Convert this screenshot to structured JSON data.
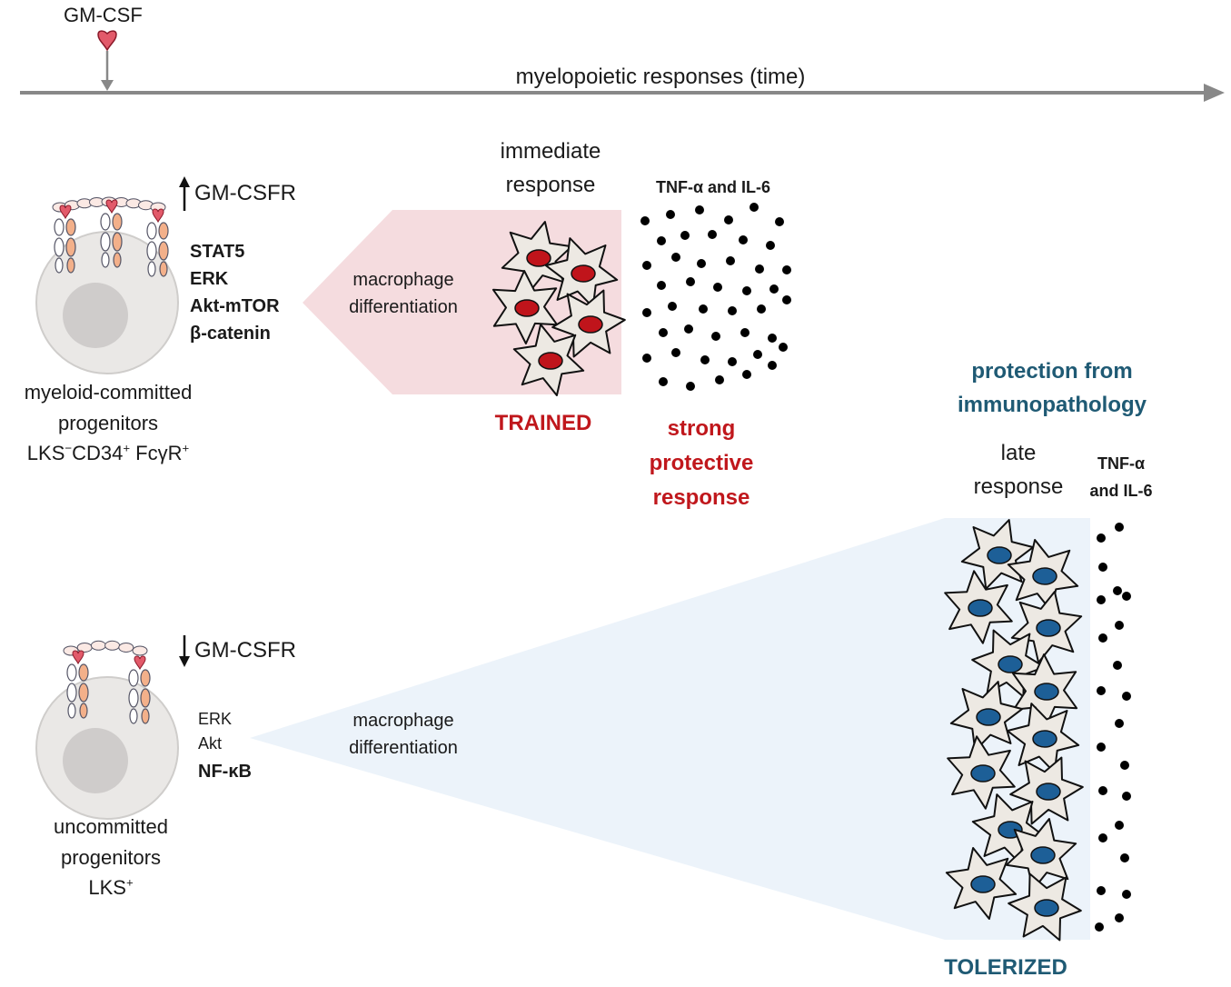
{
  "timeline": {
    "trigger": "GM-CSF",
    "axis_label": "myelopoietic responses (time)"
  },
  "colors": {
    "axis": "#888888",
    "trained_nucleus": "#c0141b",
    "tolerized_nucleus": "#1d5f97",
    "cell_body": "#ede9e3",
    "trained_wedge": "#f5dcdf",
    "tolerized_wedge": "#ecf3fa",
    "trained_text": "#c0171c",
    "tolerized_text": "#1f5a74",
    "progenitor_fill": "#eae8e6",
    "progenitor_nucleus": "#cfcccb"
  },
  "top_progenitor": {
    "receptor_label": "GM-CSFR",
    "receptor_trend": "up",
    "signals": [
      "STAT5",
      "ERK",
      "Akt-mTOR",
      "β-catenin"
    ],
    "name_line1": "myeloid-committed",
    "name_line2": "progenitors",
    "phenotype_main": "LKS",
    "phenotype_sup1": "−",
    "phenotype_mid": "CD34",
    "phenotype_sup2": "+",
    "phenotype_end": " FcγR",
    "phenotype_sup3": "+"
  },
  "bottom_progenitor": {
    "receptor_label": "GM-CSFR",
    "receptor_trend": "down",
    "signal_1": "ERK",
    "signal_2": "Akt",
    "signal_3": "NF-κB",
    "name_line1": "uncommitted",
    "name_line2": "progenitors",
    "phenotype_main": "LKS",
    "phenotype_sup": "+"
  },
  "trained": {
    "wedge_label_1": "macrophage",
    "wedge_label_2": "differentiation",
    "response_line1": "immediate",
    "response_line2": "response",
    "cytokines": "TNF-α and IL-6",
    "state": "TRAINED",
    "outcome_line1": "strong",
    "outcome_line2": "protective",
    "outcome_line3": "response"
  },
  "tolerized": {
    "wedge_label_1": "macrophage",
    "wedge_label_2": "differentiation",
    "benefit_line1": "protection from",
    "benefit_line2": "immunopathology",
    "response_line1": "late",
    "response_line2": "response",
    "cytokines_line1": "TNF-α",
    "cytokines_line2": "and IL-6",
    "state": "TOLERIZED"
  },
  "icons": {
    "trigger": "gm-csf-heart-icon",
    "receptor": "receptor-complex-icon",
    "cell": "macrophage-icon",
    "cytokine": "cytokine-dot-icon"
  }
}
